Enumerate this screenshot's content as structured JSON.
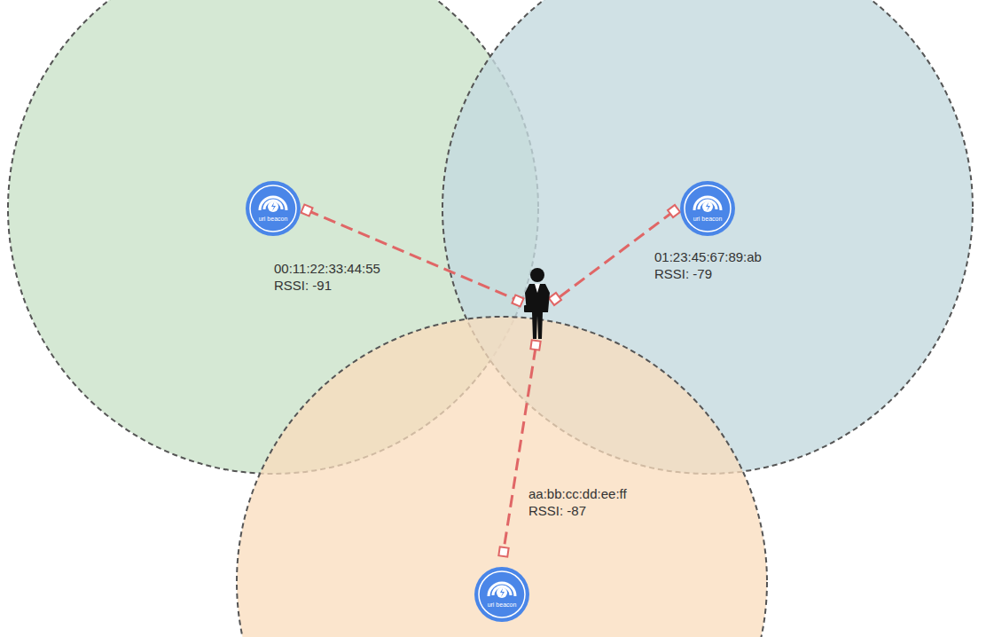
{
  "diagram": {
    "nodes": [
      {
        "text": [
          "00:11:22:33:44:55",
          "RSSI: -91"
        ]
      },
      {
        "text": [
          "uri beacon"
        ],
        "in": 0
      },
      {
        "text": [
          "01:23:45:67:89:ab",
          "RSSI: -79"
        ]
      },
      {
        "text": [
          "uri beacon"
        ],
        "in": 2
      },
      {
        "text": [
          "aa:bb:cc:dd:ee:ff",
          "RSSI: -87"
        ]
      },
      {
        "text": [
          "uri beacon"
        ],
        "in": 4
      }
    ]
  }
}
